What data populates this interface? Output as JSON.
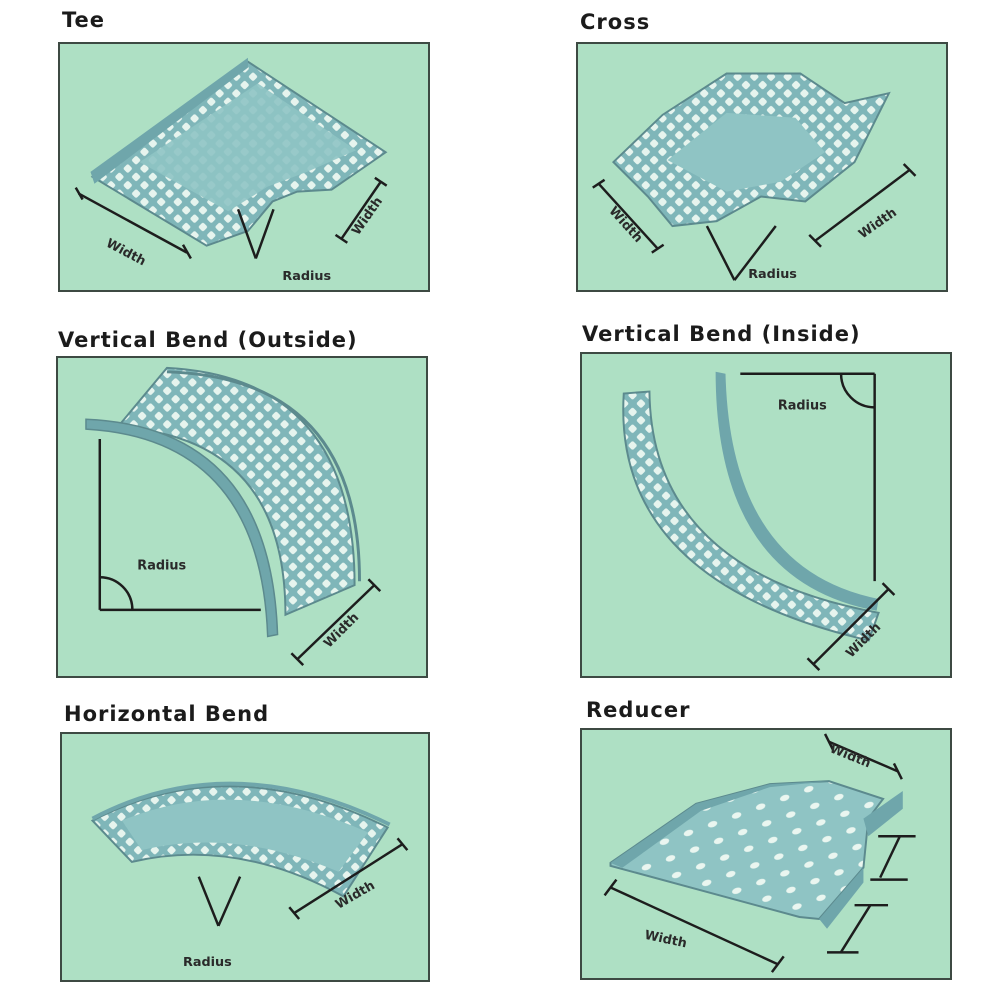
{
  "panels": [
    {
      "title": "Tee",
      "labels": [
        "Width",
        "Width",
        "Radius"
      ]
    },
    {
      "title": "Cross",
      "labels": [
        "Width",
        "Width",
        "Radius"
      ]
    },
    {
      "title": "Vertical Bend (Outside)",
      "labels": [
        "Radius",
        "Width"
      ]
    },
    {
      "title": "Vertical Bend (Inside)",
      "labels": [
        "Radius",
        "Width"
      ]
    },
    {
      "title": "Horizontal Bend",
      "labels": [
        "Width",
        "Radius"
      ]
    },
    {
      "title": "Reducer",
      "labels": [
        "Width",
        "Width"
      ]
    }
  ],
  "colors": {
    "panel_bg": "#aee0c4",
    "tray": "#8fc4c4",
    "tray_dark": "#6fa6ab",
    "mesh": "#e6f4ee",
    "line": "#1d1d1d"
  }
}
